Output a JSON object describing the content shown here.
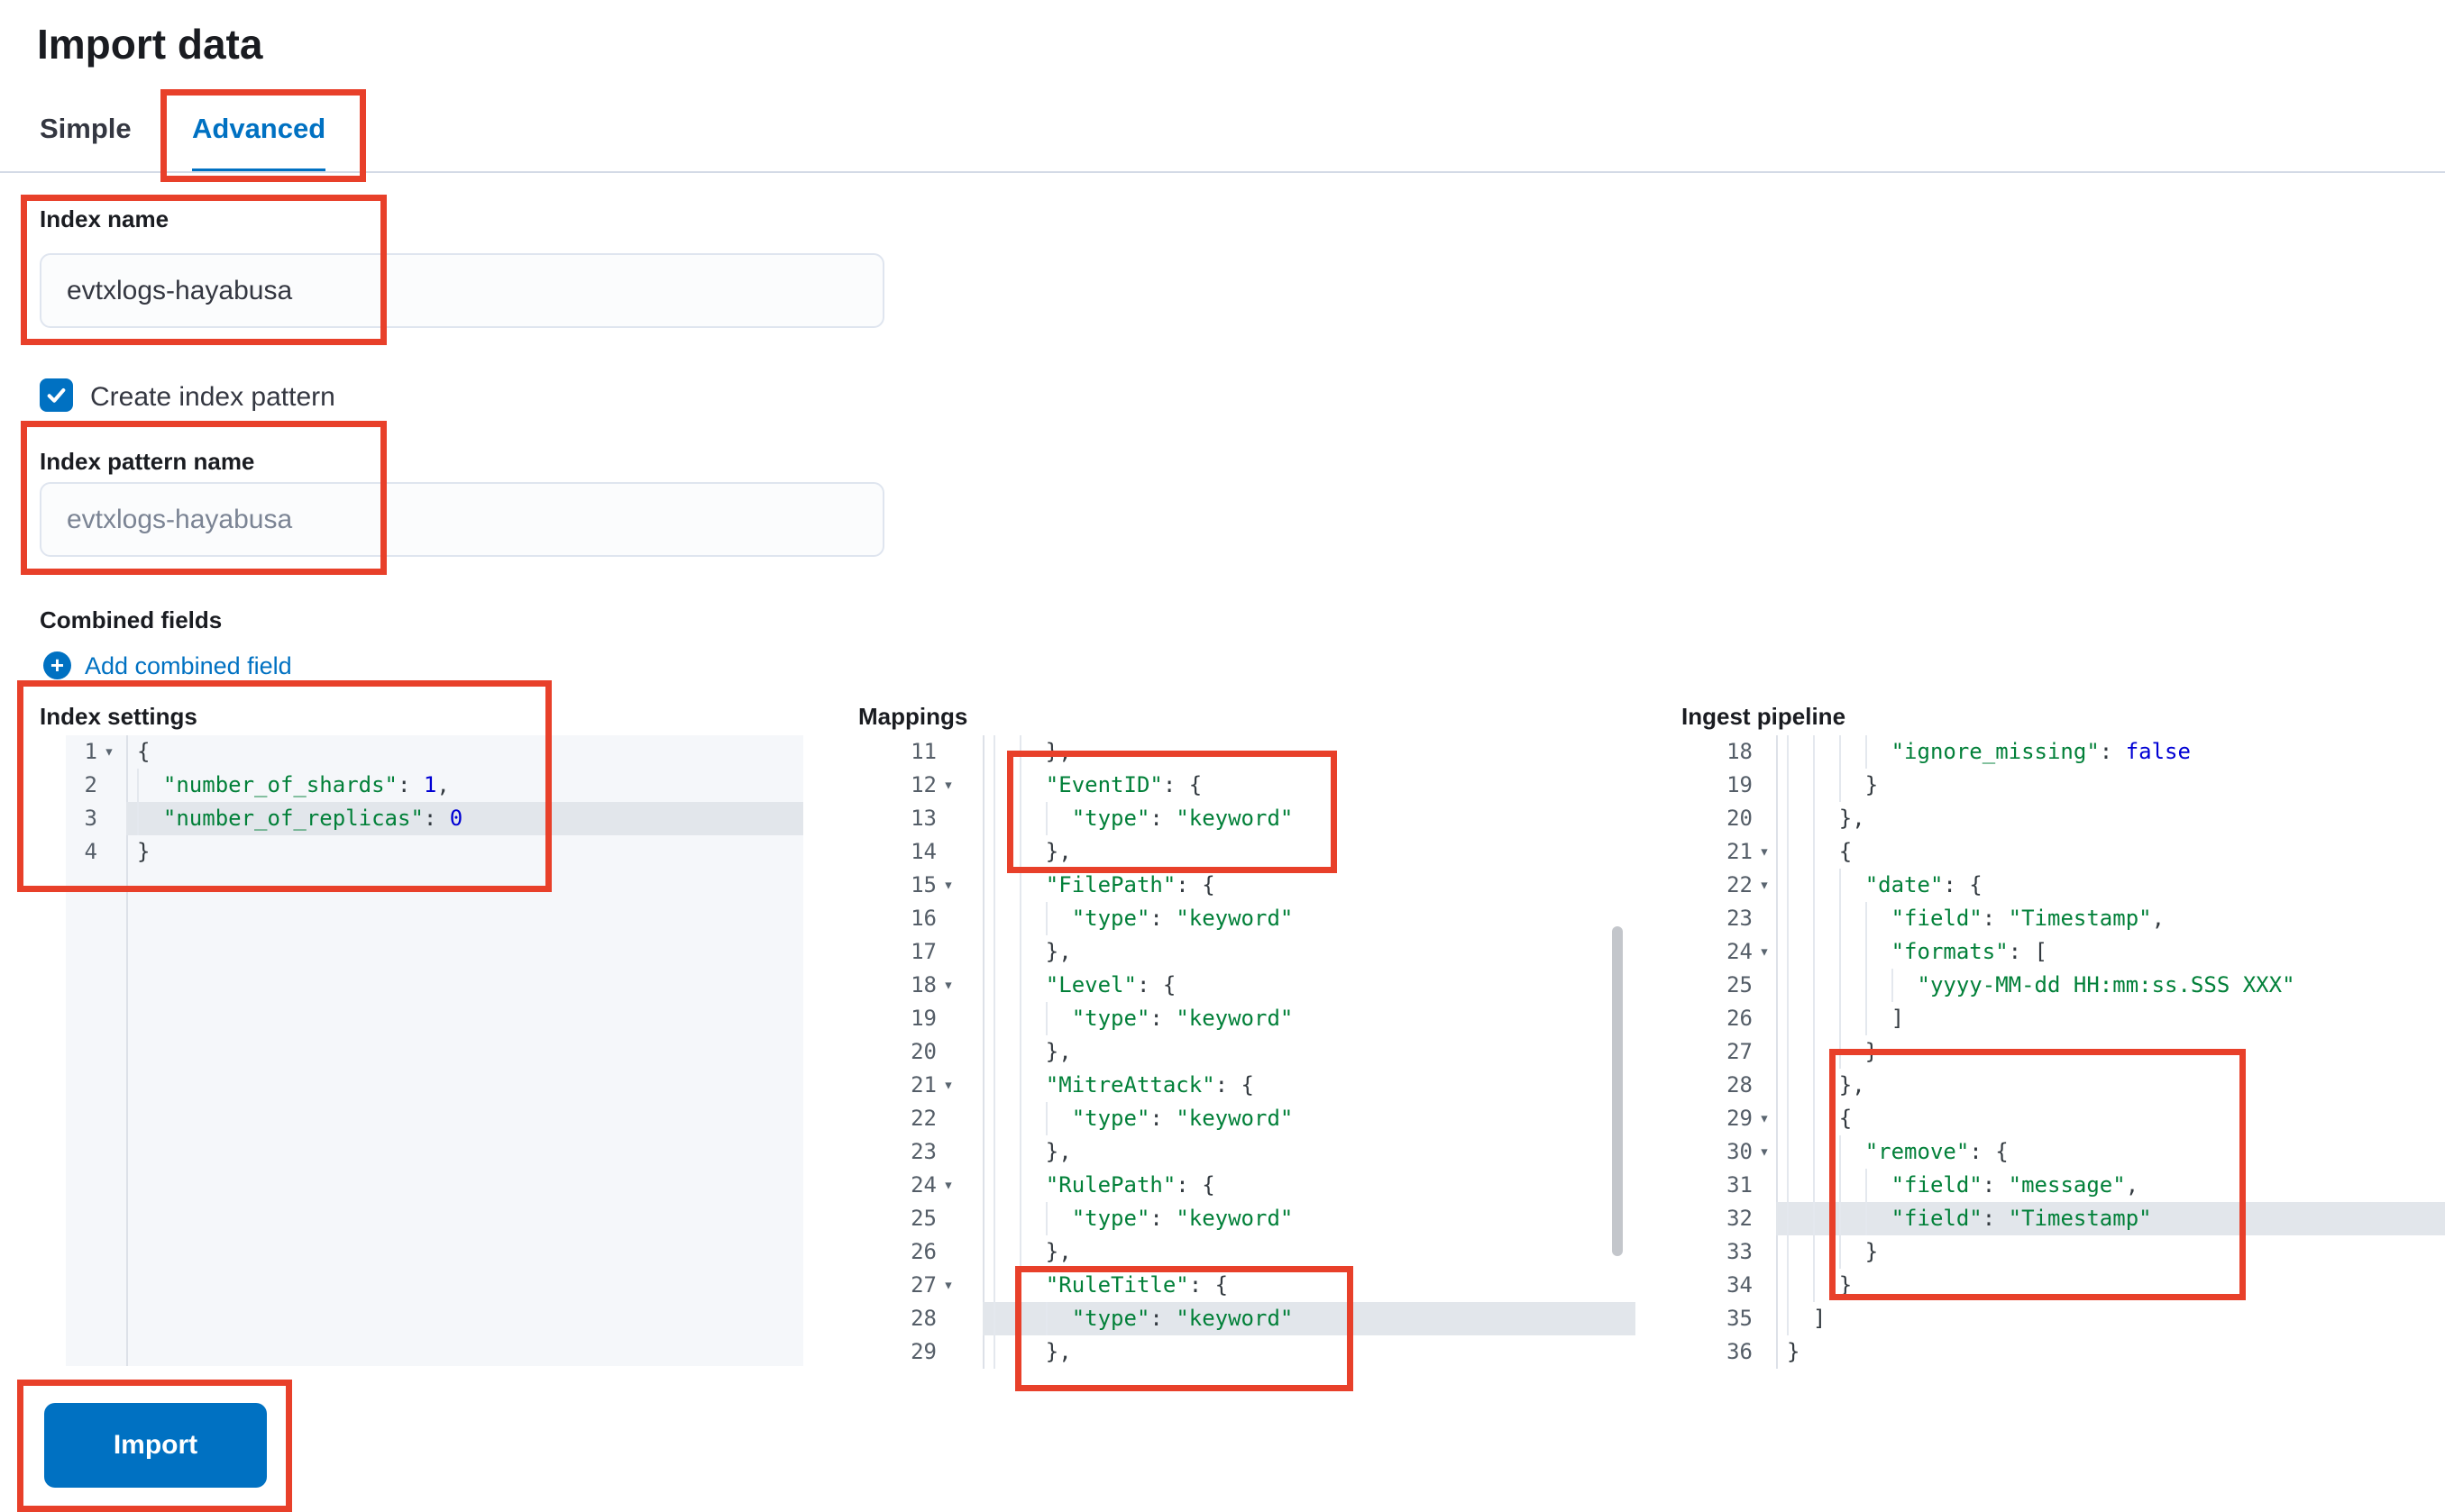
{
  "page": {
    "title": "Import data"
  },
  "tabs": [
    {
      "label": "Simple",
      "selected": false
    },
    {
      "label": "Advanced",
      "selected": true
    }
  ],
  "form": {
    "index_name": {
      "label": "Index name",
      "value": "evtxlogs-hayabusa"
    },
    "create_index_pattern": {
      "label": "Create index pattern",
      "checked": true
    },
    "index_pattern_name": {
      "label": "Index pattern name",
      "placeholder": "evtxlogs-hayabusa"
    },
    "combined_fields": {
      "label": "Combined fields",
      "add_link": "Add combined field"
    }
  },
  "editors": {
    "index_settings": {
      "label": "Index settings",
      "active_line": 3,
      "lines": [
        {
          "n": 1,
          "fold": true,
          "t": "{"
        },
        {
          "n": 2,
          "fold": false,
          "t": "  \"number_of_shards\": 1,"
        },
        {
          "n": 3,
          "fold": false,
          "t": "  \"number_of_replicas\": 0"
        },
        {
          "n": 4,
          "fold": false,
          "t": "}"
        }
      ]
    },
    "mappings": {
      "label": "Mappings",
      "active_line": 28,
      "lines": [
        {
          "n": 11,
          "fold": false,
          "t": "    },"
        },
        {
          "n": 12,
          "fold": true,
          "t": "    \"EventID\": {"
        },
        {
          "n": 13,
          "fold": false,
          "t": "      \"type\": \"keyword\""
        },
        {
          "n": 14,
          "fold": false,
          "t": "    },"
        },
        {
          "n": 15,
          "fold": true,
          "t": "    \"FilePath\": {"
        },
        {
          "n": 16,
          "fold": false,
          "t": "      \"type\": \"keyword\""
        },
        {
          "n": 17,
          "fold": false,
          "t": "    },"
        },
        {
          "n": 18,
          "fold": true,
          "t": "    \"Level\": {"
        },
        {
          "n": 19,
          "fold": false,
          "t": "      \"type\": \"keyword\""
        },
        {
          "n": 20,
          "fold": false,
          "t": "    },"
        },
        {
          "n": 21,
          "fold": true,
          "t": "    \"MitreAttack\": {"
        },
        {
          "n": 22,
          "fold": false,
          "t": "      \"type\": \"keyword\""
        },
        {
          "n": 23,
          "fold": false,
          "t": "    },"
        },
        {
          "n": 24,
          "fold": true,
          "t": "    \"RulePath\": {"
        },
        {
          "n": 25,
          "fold": false,
          "t": "      \"type\": \"keyword\""
        },
        {
          "n": 26,
          "fold": false,
          "t": "    },"
        },
        {
          "n": 27,
          "fold": true,
          "t": "    \"RuleTitle\": {"
        },
        {
          "n": 28,
          "fold": false,
          "t": "      \"type\": \"keyword\""
        },
        {
          "n": 29,
          "fold": false,
          "t": "    },"
        }
      ]
    },
    "ingest_pipeline": {
      "label": "Ingest pipeline",
      "active_line": 32,
      "lines": [
        {
          "n": 18,
          "fold": false,
          "t": "        \"ignore_missing\": false"
        },
        {
          "n": 19,
          "fold": false,
          "t": "      }"
        },
        {
          "n": 20,
          "fold": false,
          "t": "    },"
        },
        {
          "n": 21,
          "fold": true,
          "t": "    {"
        },
        {
          "n": 22,
          "fold": true,
          "t": "      \"date\": {"
        },
        {
          "n": 23,
          "fold": false,
          "t": "        \"field\": \"Timestamp\","
        },
        {
          "n": 24,
          "fold": true,
          "t": "        \"formats\": ["
        },
        {
          "n": 25,
          "fold": false,
          "t": "          \"yyyy-MM-dd HH:mm:ss.SSS XXX\""
        },
        {
          "n": 26,
          "fold": false,
          "t": "        ]"
        },
        {
          "n": 27,
          "fold": false,
          "t": "      }"
        },
        {
          "n": 28,
          "fold": false,
          "t": "    },"
        },
        {
          "n": 29,
          "fold": true,
          "t": "    {"
        },
        {
          "n": 30,
          "fold": true,
          "t": "      \"remove\": {"
        },
        {
          "n": 31,
          "fold": false,
          "t": "        \"field\": \"message\","
        },
        {
          "n": 32,
          "fold": false,
          "t": "        \"field\": \"Timestamp\""
        },
        {
          "n": 33,
          "fold": false,
          "t": "      }"
        },
        {
          "n": 34,
          "fold": false,
          "t": "    }"
        },
        {
          "n": 35,
          "fold": false,
          "t": "  ]"
        },
        {
          "n": 36,
          "fold": false,
          "t": "}"
        }
      ]
    }
  },
  "actions": {
    "import_label": "Import"
  },
  "colors": {
    "accent": "#0071c2",
    "annotation": "#e8402a",
    "code_string": "#028039",
    "code_number": "#0000d4",
    "active_line_bg": "#e2e6eb"
  }
}
